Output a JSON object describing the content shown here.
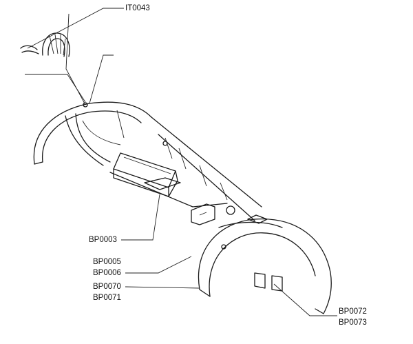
{
  "parts": {
    "clip": "IT0043",
    "tray": "BP0003",
    "front_fender_a": "BP0005",
    "front_fender_b": "BP0006",
    "fender_trim_a": "BP0070",
    "fender_trim_b": "BP0071",
    "bracket_a": "BP0072",
    "bracket_b": "BP0073"
  }
}
